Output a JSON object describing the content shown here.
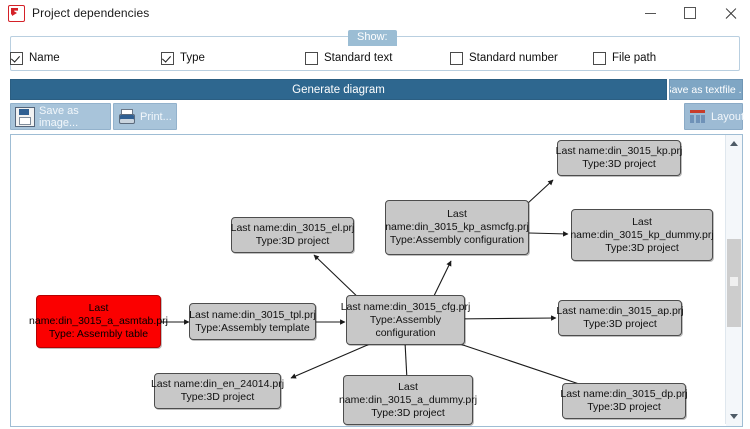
{
  "window": {
    "title": "Project dependencies",
    "icon": "app-icon",
    "controls": {
      "minimize": "minimize",
      "maximize": "maximize",
      "close": "close"
    }
  },
  "show_group": {
    "legend": "Show:",
    "options": [
      {
        "label": "Name",
        "checked": true
      },
      {
        "label": "Type",
        "checked": true
      },
      {
        "label": "Standard text",
        "checked": false
      },
      {
        "label": "Standard number",
        "checked": false
      },
      {
        "label": "File path",
        "checked": false
      }
    ]
  },
  "actions": {
    "generate": "Generate diagram",
    "save_textfile": "Save as textfile ...",
    "save_image": "Save as image...",
    "print": "Print...",
    "layout": "Layout"
  },
  "colors": {
    "accent": "#2e678f",
    "button": "#a8c4da",
    "node_fill": "#c8c8c8",
    "node_highlight": "#fb0000",
    "group_border": "#b9cfe0"
  },
  "diagram": {
    "nodes": [
      {
        "id": "kp",
        "line1": "Last name:din_3015_kp.prj",
        "line2": "Type:3D project",
        "line3": ""
      },
      {
        "id": "kp_asmcfg",
        "line1": "Last",
        "line2": "name:din_3015_kp_asmcfg.prj",
        "line3": "Type:Assembly configuration"
      },
      {
        "id": "kp_dummy",
        "line1": "Last",
        "line2": "name:din_3015_kp_dummy.prj",
        "line3": "Type:3D project"
      },
      {
        "id": "el",
        "line1": "Last name:din_3015_el.prj",
        "line2": "Type:3D project",
        "line3": ""
      },
      {
        "id": "asmtab",
        "line1": "Last",
        "line2": "name:din_3015_a_asmtab.prj",
        "line3": "Type: Assembly table"
      },
      {
        "id": "tpl",
        "line1": "Last name:din_3015_tpl.prj",
        "line2": "Type:Assembly template",
        "line3": ""
      },
      {
        "id": "cfg",
        "line1": "Last name:din_3015_cfg.prj",
        "line2": "Type:Assembly",
        "line3": "configuration"
      },
      {
        "id": "ap",
        "line1": "Last name:din_3015_ap.prj",
        "line2": "Type:3D project",
        "line3": ""
      },
      {
        "id": "en24014",
        "line1": "Last name:din_en_24014.prj",
        "line2": "Type:3D project",
        "line3": ""
      },
      {
        "id": "a_dummy",
        "line1": "Last",
        "line2": "name:din_3015_a_dummy.prj",
        "line3": "Type:3D project"
      },
      {
        "id": "dp",
        "line1": "Last name:din_3015_dp.prj",
        "line2": "Type:3D project",
        "line3": ""
      }
    ],
    "edges": [
      {
        "from": "asmtab",
        "to": "tpl"
      },
      {
        "from": "tpl",
        "to": "cfg"
      },
      {
        "from": "cfg",
        "to": "el"
      },
      {
        "from": "cfg",
        "to": "kp_asmcfg"
      },
      {
        "from": "kp_asmcfg",
        "to": "kp"
      },
      {
        "from": "kp_asmcfg",
        "to": "kp_dummy"
      },
      {
        "from": "cfg",
        "to": "ap"
      },
      {
        "from": "cfg",
        "to": "en24014"
      },
      {
        "from": "cfg",
        "to": "a_dummy"
      },
      {
        "from": "cfg",
        "to": "dp"
      }
    ]
  },
  "scrollbar": {
    "up": "scroll-up",
    "down": "scroll-down",
    "thumb": "scroll-thumb"
  }
}
